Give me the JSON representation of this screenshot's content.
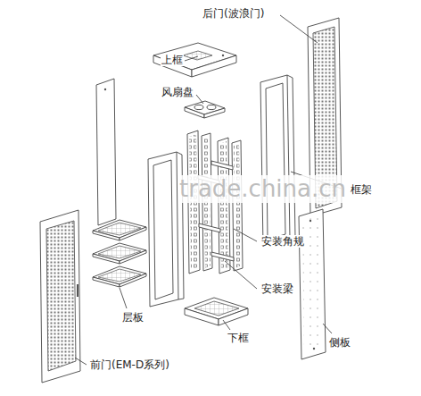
{
  "diagram": {
    "labels": [
      "后门(波浪门)",
      "上框",
      "风扇盘",
      "框架",
      "安装角规",
      "安装梁",
      "层板",
      "下框",
      "侧板",
      "前门(EM-D系列)",
      "trade.china.cn"
    ]
  }
}
